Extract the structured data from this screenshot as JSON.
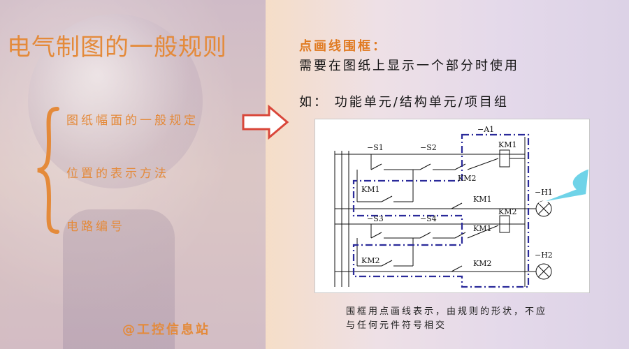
{
  "slide": {
    "title": "电气制图的一般规则",
    "items": [
      "图纸幅面的一般规定",
      "位置的表示方法",
      "电路编号"
    ],
    "highlight_title": "点画线围框：",
    "highlight_desc": "需要在图纸上显示一个部分时使用",
    "example": "如： 功能单元/结构单元/项目组",
    "caption": "围框用点画线表示，由规则的形状，不应与任何元件符号相交",
    "footer": "@工控信息站"
  },
  "diagram": {
    "labels": {
      "a1": "−A1",
      "s1": "−S1",
      "s2": "−S2",
      "s3": "−S3",
      "s4": "−S4",
      "km1_coil": "KM1",
      "km2_contact_top": "KM2",
      "km1_hold": "KM1",
      "km1_contact_mid": "KM1",
      "km1_contact_low": "KM1",
      "km2_coil": "KM2",
      "km2_hold": "KM2",
      "km2_contact_bottom": "KM2",
      "h1": "−H1",
      "h2": "−H2"
    },
    "colors": {
      "frame": "#2a2a9a",
      "wire": "#111111",
      "accent": "#e48a3a"
    }
  }
}
